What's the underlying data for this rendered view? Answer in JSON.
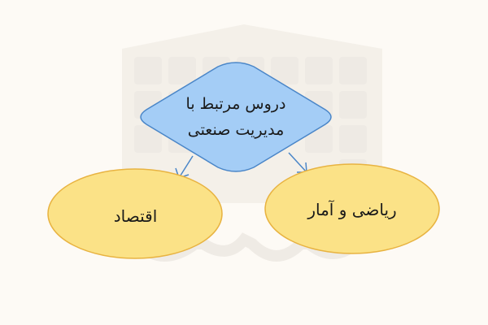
{
  "diagram": {
    "root": {
      "line1": "دروس مرتبط با",
      "line2": "مدیریت صنعتی"
    },
    "children": [
      {
        "label": "اقتصاد"
      },
      {
        "label": "ریاضی و آمار"
      }
    ],
    "colors": {
      "background": "#fdfaf5",
      "diamond_fill": "#a4cdf6",
      "diamond_stroke": "#4a86c8",
      "ellipse_fill": "#fbe287",
      "ellipse_stroke": "#e8b341",
      "arrow": "#4a86c8",
      "watermark": "#ece8e2"
    },
    "watermark_icon": "faradars-logo-watermark"
  }
}
